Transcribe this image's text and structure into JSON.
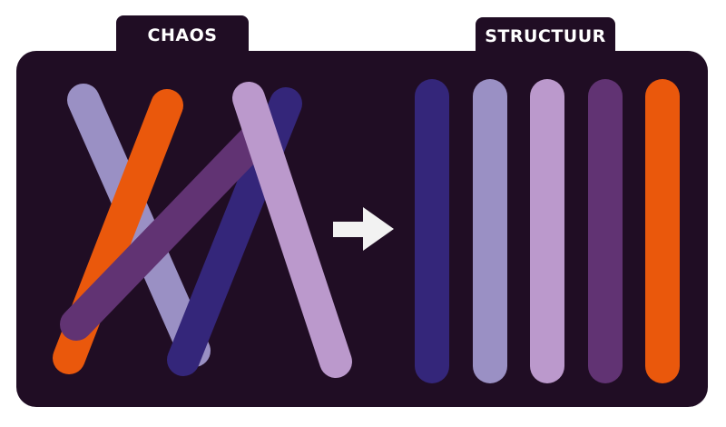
{
  "labels": {
    "chaos": "CHAOS",
    "structure": "STRUCTUUR"
  },
  "colors": {
    "background": "#200d24",
    "indigo": "#34267a",
    "lavender": "#9a90c4",
    "lilac": "#bb99cc",
    "plum": "#613373",
    "orange": "#ea580c",
    "arrow": "#f2f2f2"
  },
  "chaos_bars": [
    {
      "color": "lavender"
    },
    {
      "color": "orange"
    },
    {
      "color": "indigo"
    },
    {
      "color": "plum"
    },
    {
      "color": "lilac"
    }
  ],
  "structure_bars": [
    {
      "color": "indigo"
    },
    {
      "color": "lavender"
    },
    {
      "color": "lilac"
    },
    {
      "color": "plum"
    },
    {
      "color": "orange"
    }
  ],
  "arrow_icon": "arrow-right-icon"
}
